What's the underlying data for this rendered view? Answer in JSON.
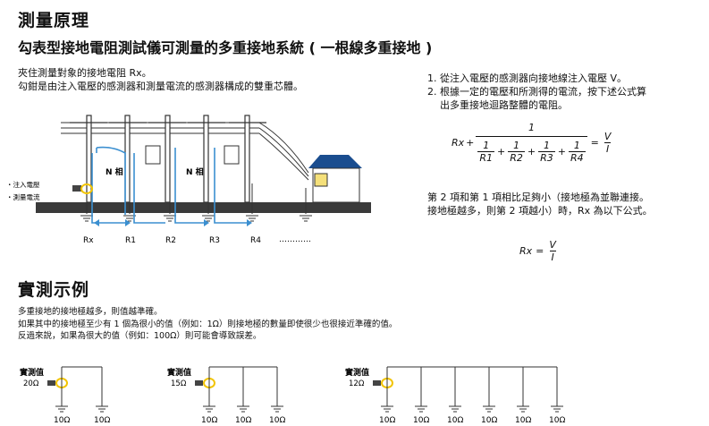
{
  "title": "測量原理",
  "subtitle": "勾表型接地電阻測試儀可測量的多重接地系統 ( 一根線多重接地 )",
  "left_intro": {
    "line1": "夾住測量對象的接地電阻 Rx。",
    "line2": "勾鉗是由注入電壓的感測器和測量電流的感測器構成的雙重芯體。"
  },
  "steps": [
    "1. 從注入電壓的感測器向接地線注入電壓 V。",
    "2. 根據一定的電壓和所測得的電流，按下述公式算",
    "出多重接地迴路整體的電阻。"
  ],
  "diagram": {
    "legend_inject": "・注入電壓",
    "legend_measure": "・測量電流",
    "phase1": "N 相",
    "phase2": "N 相",
    "labels": [
      "Rx",
      "R1",
      "R2",
      "R3",
      "R4",
      "…………"
    ]
  },
  "formula1": {
    "lhs": "Rx",
    "plus": "+",
    "one": "1",
    "eq": "=",
    "V": "V",
    "I": "I",
    "terms": [
      "R1",
      "R2",
      "R3",
      "R4"
    ]
  },
  "para2": {
    "line1": "第 2 項和第 1 項相比足夠小（接地極為並聯連接。",
    "line2": "接地極越多，則第 2 項越小）時，Rx 為以下公式。"
  },
  "formula2": {
    "lhs": "Rx",
    "eq": "=",
    "V": "V",
    "I": "I"
  },
  "section2_title": "實測示例",
  "examples_text": [
    "多重接地的接地極越多，則值越準確。",
    "如果其中的接地極至少有 1 個為很小的值（例如：1Ω）則接地極的數量即使很少也很接近準確的值。",
    "反過來說，如果為很大的值（例如：100Ω）則可能會導致誤差。"
  ],
  "examples": [
    {
      "label": "實測值",
      "value": "20Ω",
      "resistors": [
        "10Ω",
        "10Ω"
      ]
    },
    {
      "label": "實測值",
      "value": "15Ω",
      "resistors": [
        "10Ω",
        "10Ω",
        "10Ω"
      ]
    },
    {
      "label": "實測值",
      "value": "12Ω",
      "resistors": [
        "10Ω",
        "10Ω",
        "10Ω",
        "10Ω",
        "10Ω",
        "10Ω"
      ]
    }
  ],
  "colors": {
    "accent_blue": "#3b8fd0",
    "clamp_yellow": "#f2c400",
    "ground_dark": "#3a3a3a"
  }
}
